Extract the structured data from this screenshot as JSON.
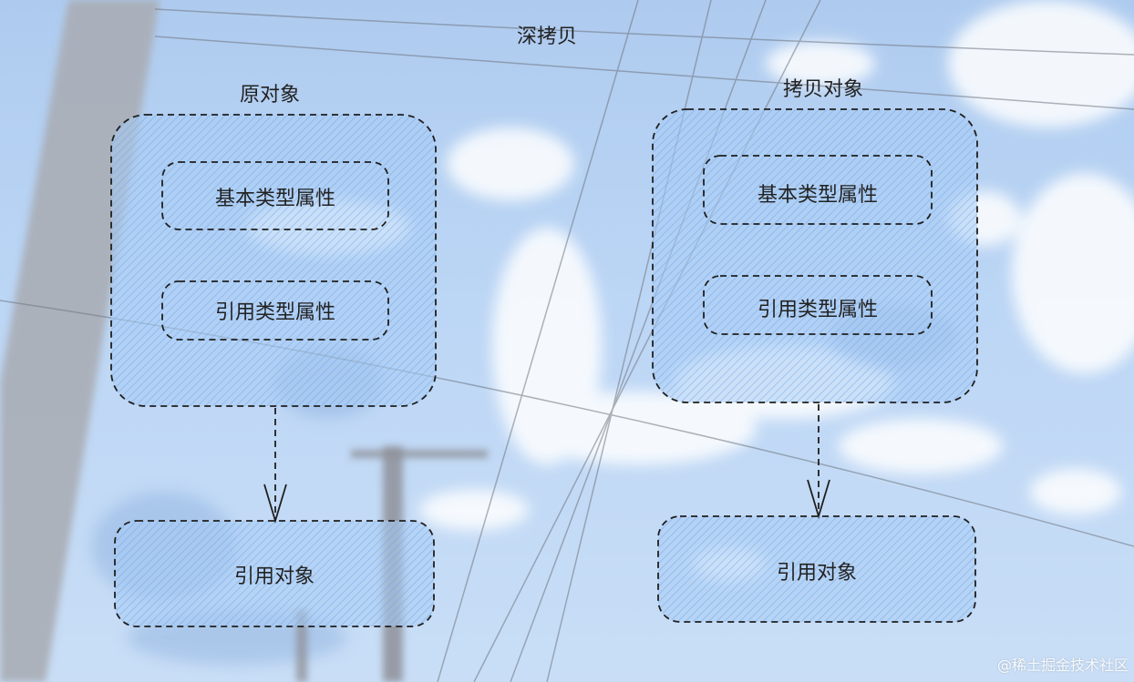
{
  "title": "深拷贝",
  "original": {
    "label": "原对象",
    "primitive_label": "基本类型属性",
    "reference_label": "引用类型属性",
    "target_label": "引用对象"
  },
  "copy": {
    "label": "拷贝对象",
    "primitive_label": "基本类型属性",
    "reference_label": "引用类型属性",
    "target_label": "引用对象"
  },
  "watermark": "@稀土掘金技术社区",
  "colors": {
    "box_fill": "#a9ccf4",
    "hatch": "#6aa6ea",
    "stroke": "#1f1f1f"
  }
}
